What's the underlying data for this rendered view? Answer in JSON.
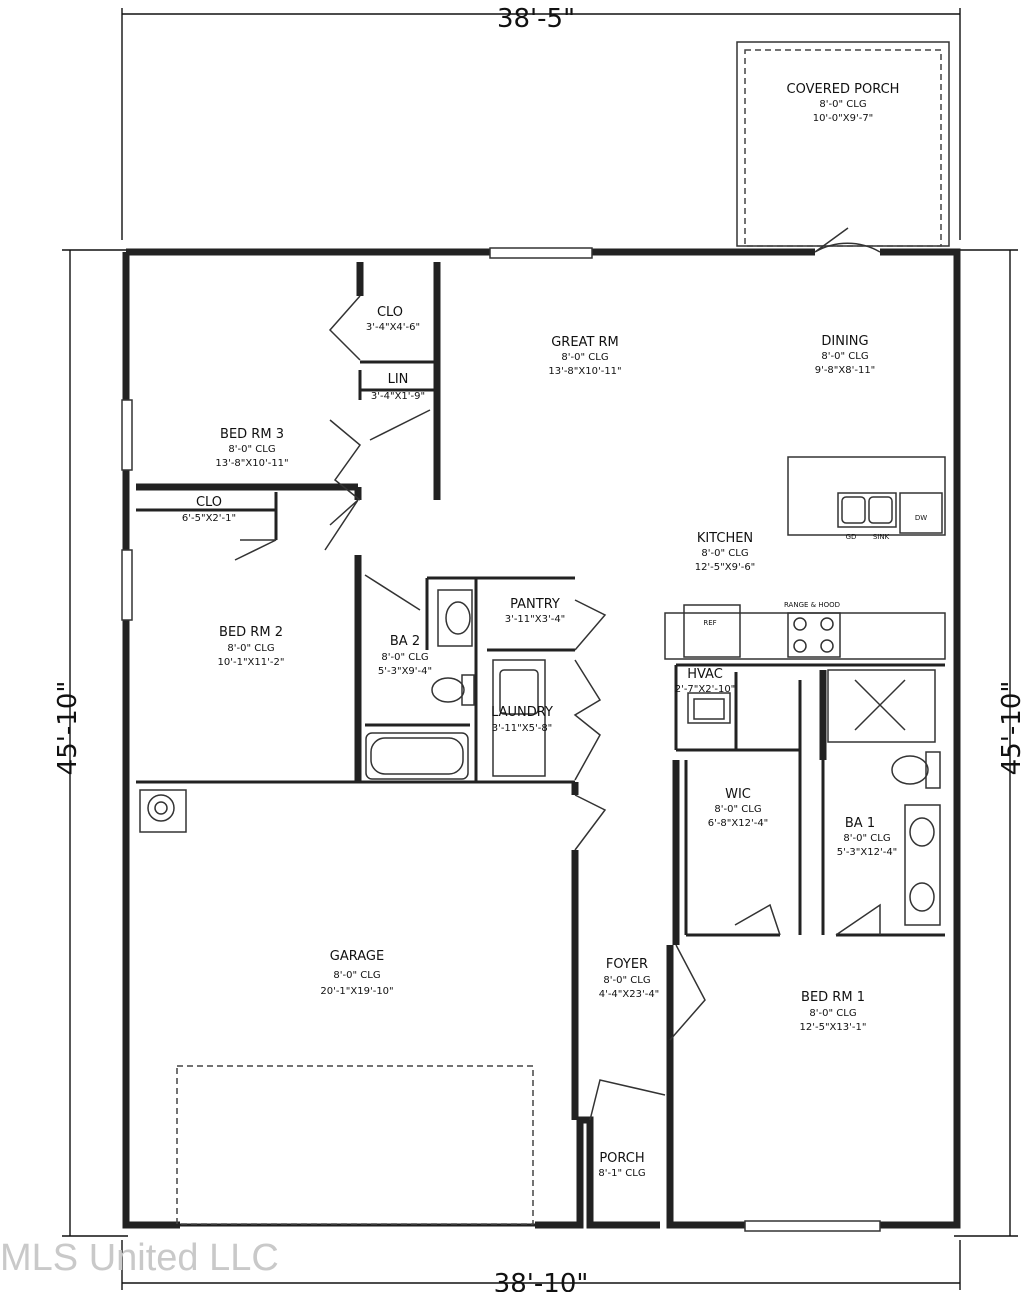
{
  "dimensions": {
    "top": "38'-5\"",
    "bottom": "38'-10\"",
    "left": "45'-10\"",
    "right": "45'-10\""
  },
  "rooms": {
    "covered_porch": {
      "name": "COVERED PORCH",
      "clg": "8'-0\" CLG",
      "size": "10'-0\"X9'-7\""
    },
    "great_rm": {
      "name": "GREAT RM",
      "clg": "8'-0\" CLG",
      "size": "13'-8\"X10'-11\""
    },
    "dining": {
      "name": "DINING",
      "clg": "8'-0\" CLG",
      "size": "9'-8\"X8'-11\""
    },
    "clo_1": {
      "name": "CLO",
      "size": "3'-4\"X4'-6\""
    },
    "lin": {
      "name": "LIN",
      "size": "3'-4\"X1'-9\""
    },
    "bed_rm_3": {
      "name": "BED RM 3",
      "clg": "8'-0\" CLG",
      "size": "13'-8\"X10'-11\""
    },
    "clo_2": {
      "name": "CLO",
      "size": "6'-5\"X2'-1\""
    },
    "kitchen": {
      "name": "KITCHEN",
      "clg": "8'-0\" CLG",
      "size": "12'-5\"X9'-6\""
    },
    "pantry": {
      "name": "PANTRY",
      "size": "3'-11\"X3'-4\""
    },
    "bed_rm_2": {
      "name": "BED RM 2",
      "clg": "8'-0\" CLG",
      "size": "10'-1\"X11'-2\""
    },
    "ba_2": {
      "name": "BA 2",
      "clg": "8'-0\" CLG",
      "size": "5'-3\"X9'-4\""
    },
    "laundry": {
      "name": "LAUNDRY",
      "size": "3'-11\"X5'-8\""
    },
    "hvac": {
      "name": "HVAC",
      "size": "2'-7\"X2'-10\""
    },
    "wic": {
      "name": "WIC",
      "clg": "8'-0\" CLG",
      "size": "6'-8\"X12'-4\""
    },
    "ba_1": {
      "name": "BA 1",
      "clg": "8'-0\" CLG",
      "size": "5'-3\"X12'-4\""
    },
    "garage": {
      "name": "GARAGE",
      "clg": "8'-0\" CLG",
      "size": "20'-1\"X19'-10\""
    },
    "foyer": {
      "name": "FOYER",
      "clg": "8'-0\" CLG",
      "size": "4'-4\"X23'-4\""
    },
    "bed_rm_1": {
      "name": "BED RM 1",
      "clg": "8'-0\" CLG",
      "size": "12'-5\"X13'-1\""
    },
    "porch": {
      "name": "PORCH",
      "clg": "8'-1\" CLG"
    }
  },
  "fixtures": {
    "ref": "REF",
    "range_hood": "RANGE & HOOD",
    "dw": "DW",
    "gd": "GD",
    "sink": "SINK"
  },
  "watermark": "MLS United LLC"
}
